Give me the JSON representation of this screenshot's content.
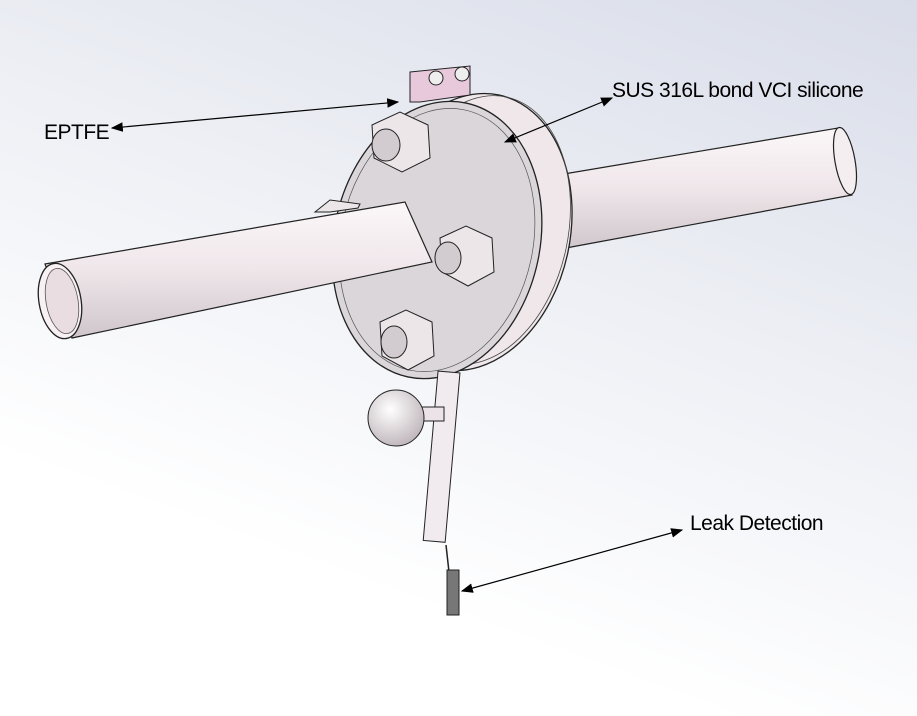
{
  "labels": {
    "eptfe": "EPTFE",
    "flange_material": "SUS 316L bond VCI silicone",
    "leak_detection": "Leak Detection"
  },
  "colors": {
    "part_fill": "#f1e9ec",
    "flange_face": "#dcd8dc",
    "outline": "#222222",
    "bracket": "#e8c9dc"
  }
}
